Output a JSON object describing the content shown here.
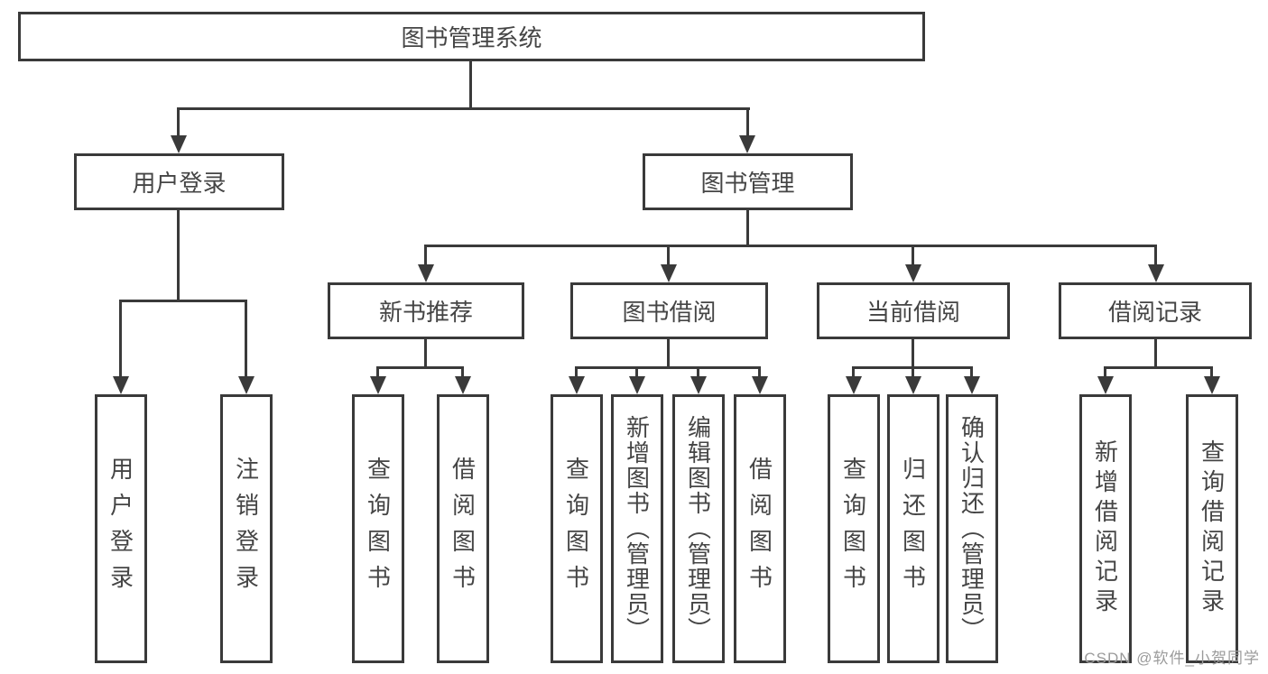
{
  "diagram": {
    "root": {
      "label": "图书管理系统"
    },
    "level2": [
      {
        "label": "用户登录"
      },
      {
        "label": "图书管理"
      }
    ],
    "level3": [
      {
        "label": "新书推荐",
        "parent": "图书管理"
      },
      {
        "label": "图书借阅",
        "parent": "图书管理"
      },
      {
        "label": "当前借阅",
        "parent": "图书管理"
      },
      {
        "label": "借阅记录",
        "parent": "图书管理"
      }
    ],
    "leaves": [
      {
        "label": "用户登录",
        "parent": "用户登录"
      },
      {
        "label": "注销登录",
        "parent": "用户登录"
      },
      {
        "label": "查询图书",
        "parent": "新书推荐"
      },
      {
        "label": "借阅图书",
        "parent": "新书推荐"
      },
      {
        "label": "查询图书",
        "parent": "图书借阅"
      },
      {
        "label": "新增图书（管理员）",
        "parent": "图书借阅"
      },
      {
        "label": "编辑图书（管理员）",
        "parent": "图书借阅"
      },
      {
        "label": "借阅图书",
        "parent": "图书借阅"
      },
      {
        "label": "查询图书",
        "parent": "当前借阅"
      },
      {
        "label": "归还图书",
        "parent": "当前借阅"
      },
      {
        "label": "确认归还（管理员）",
        "parent": "当前借阅"
      },
      {
        "label": "新增借阅记录",
        "parent": "借阅记录"
      },
      {
        "label": "查询借阅记录",
        "parent": "借阅记录"
      }
    ],
    "colors": {
      "line": "#3a3a3a",
      "text": "#454545",
      "background": "#ffffff",
      "watermark": "#9b9b9b"
    }
  },
  "watermark": {
    "text": "CSDN @软件_小贺同学"
  }
}
